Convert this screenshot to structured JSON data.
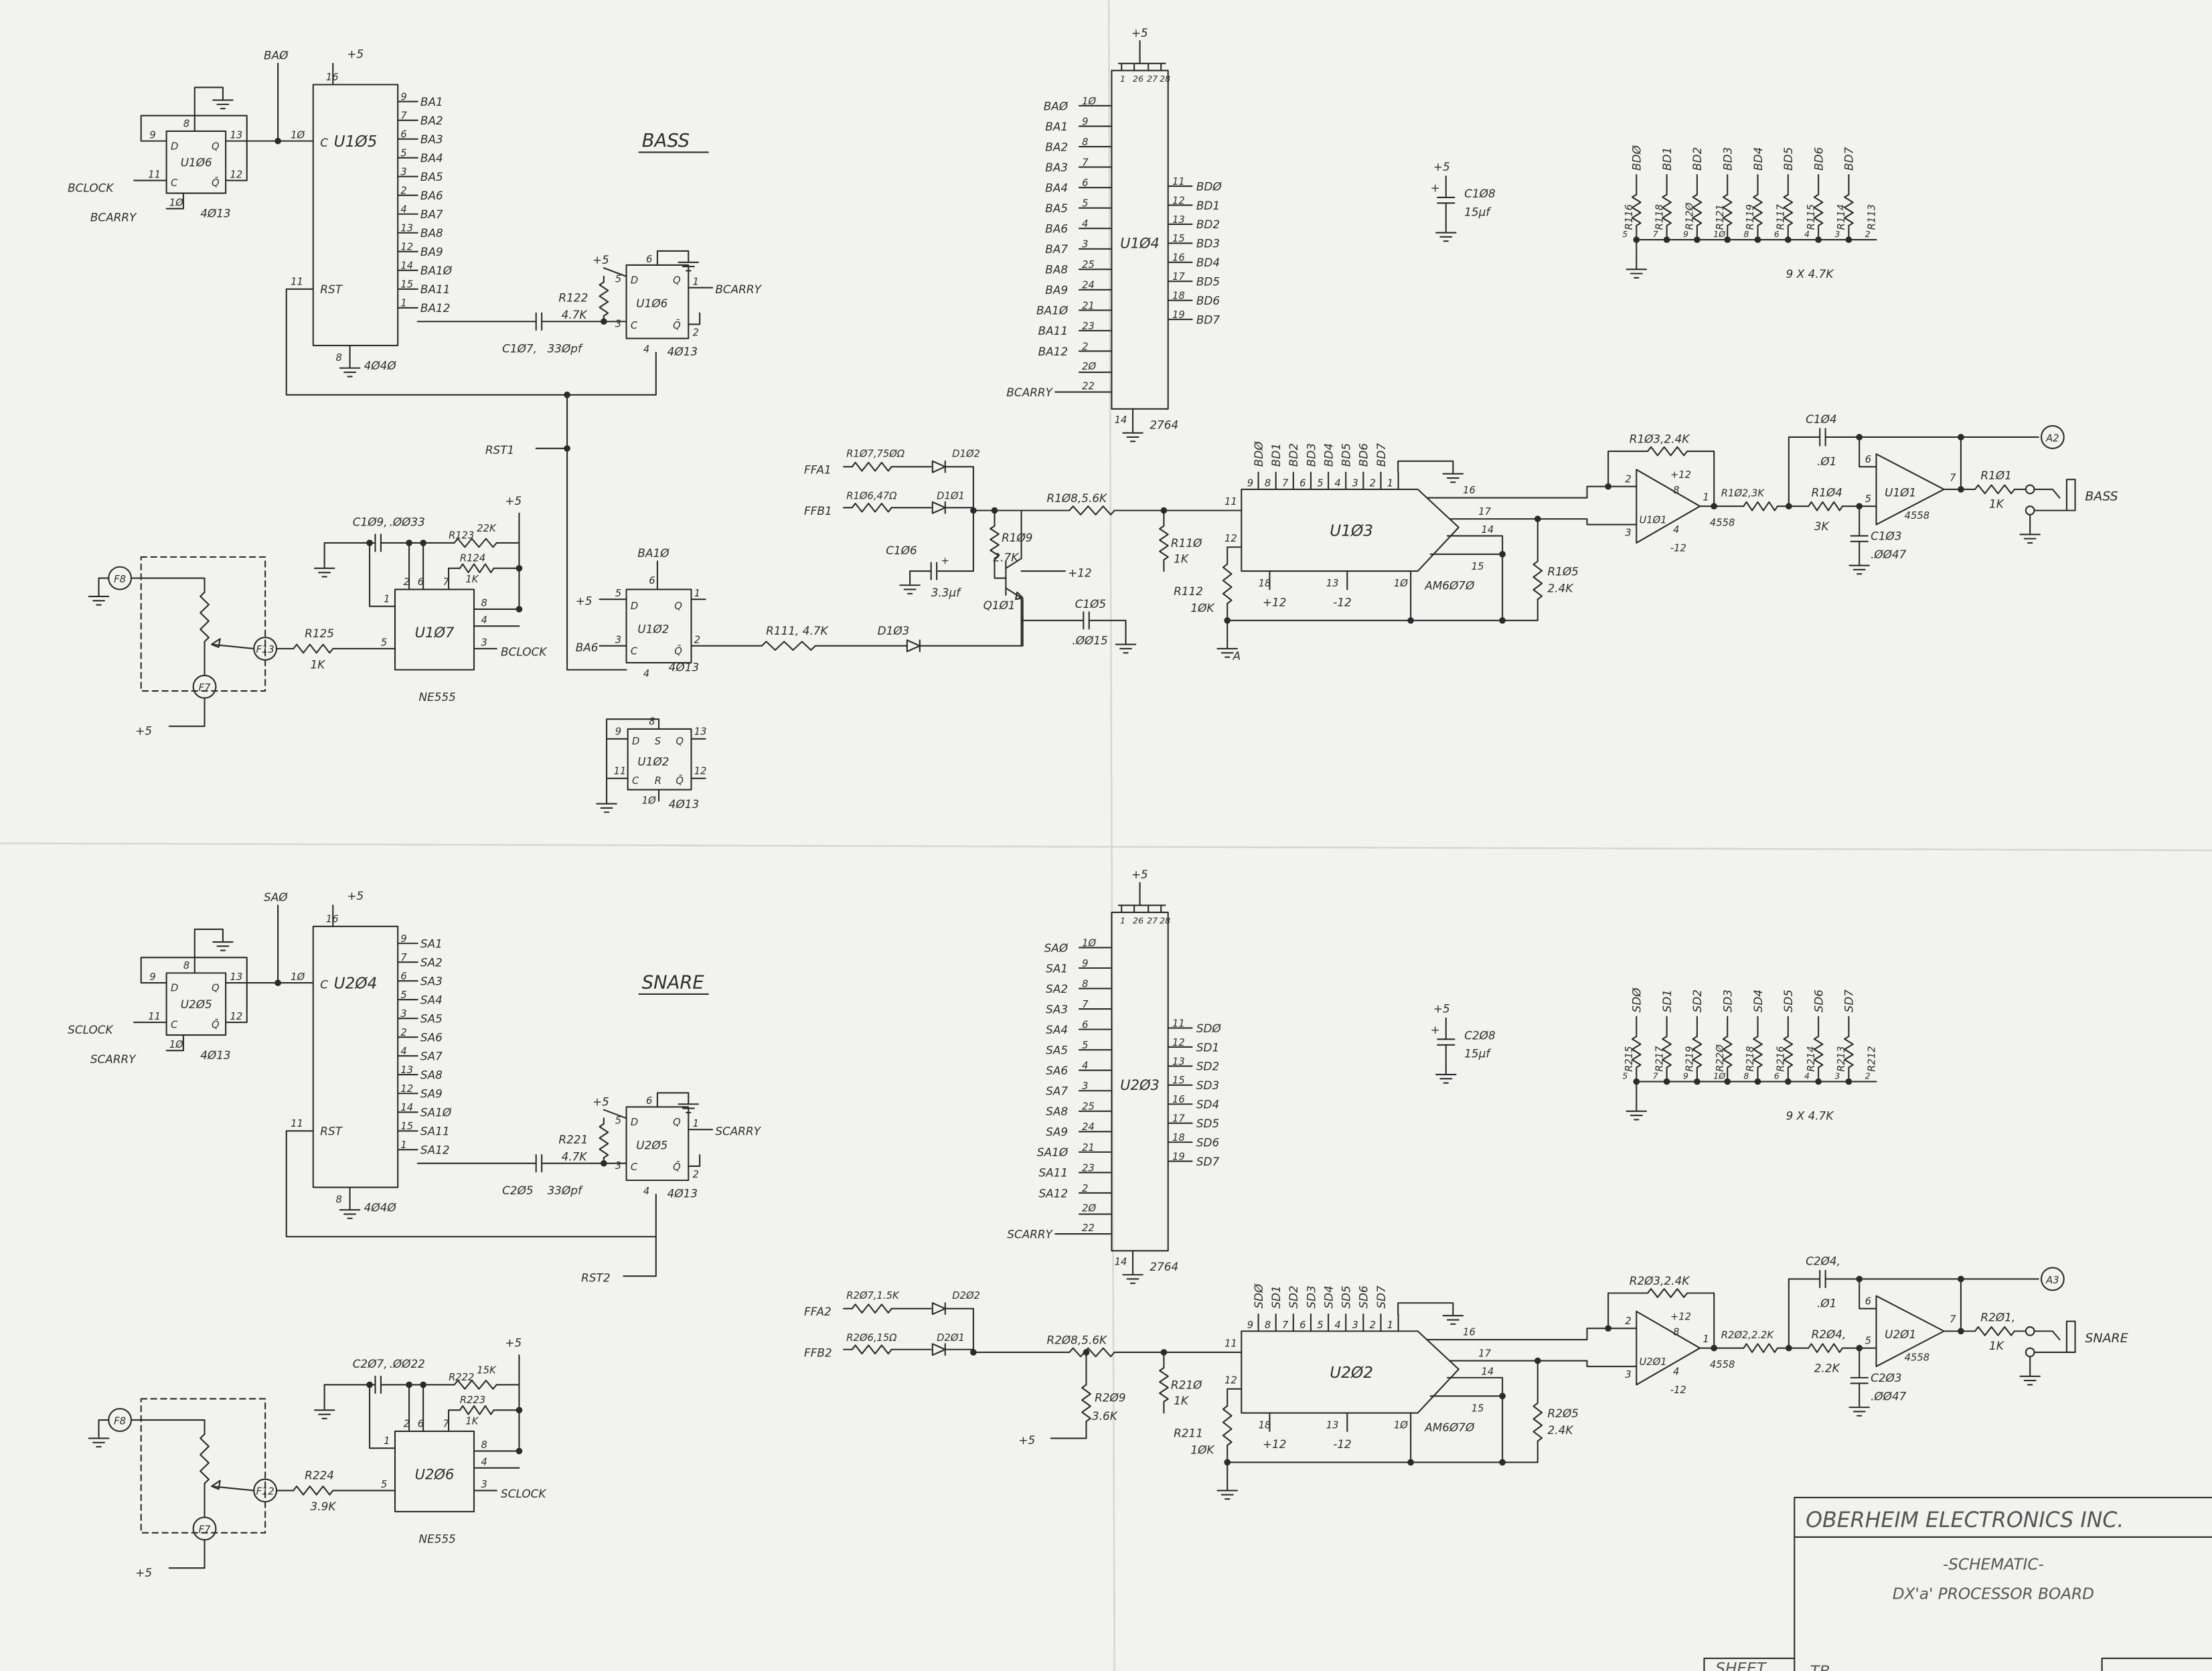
{
  "ff_pin_labels": [
    "D",
    "Q",
    "C",
    "Q̄",
    "S",
    "R"
  ],
  "sections": [
    {
      "title": "BASS",
      "counter": {
        "ref": "U1Ø5",
        "part": "4Ø4Ø",
        "supply": "+5",
        "vcc_pin": "16",
        "clk_pin": "1Ø",
        "clk": "C",
        "rst_pin": "11",
        "rst": "RST",
        "gnd_pin": "8",
        "addr_in": "BAØ",
        "addr_pins": [
          "9",
          "7",
          "6",
          "5",
          "3",
          "2",
          "4",
          "13",
          "12",
          "14",
          "15",
          "1"
        ],
        "addr": [
          "BA1",
          "BA2",
          "BA3",
          "BA4",
          "BA5",
          "BA6",
          "BA7",
          "BA8",
          "BA9",
          "BA1Ø",
          "BA11",
          "BA12"
        ]
      },
      "ff1": {
        "ref": "U1Ø6",
        "part": "4Ø13",
        "pin_d": "9",
        "pin_top": "8",
        "pin_q": "13",
        "pin_c": "11",
        "pin_qn": "12",
        "pin_bot": "1Ø",
        "clock": "BCLOCK",
        "carry": "BCARRY"
      },
      "ff2": {
        "ref": "U1Ø6",
        "part": "4Ø13",
        "supply": "+5",
        "pin_d": "5",
        "pin_top": "6",
        "pin_q": "1",
        "pin_c": "3",
        "pin_qn": "2",
        "pin_bot": "4",
        "out": "BCARRY",
        "r_ref": "R122",
        "r_val": "4.7K",
        "c_ref": "C1Ø7,",
        "c_val": "33Øpf"
      },
      "rom": {
        "ref": "U1Ø4",
        "part": "2764",
        "supply": "+5",
        "top_pins": [
          "1",
          "26",
          "27",
          "28"
        ],
        "in_pins": [
          "1Ø",
          "9",
          "8",
          "7",
          "6",
          "5",
          "4",
          "3",
          "25",
          "24",
          "21",
          "23",
          "2",
          "2Ø",
          "22"
        ],
        "in": [
          "BAØ",
          "BA1",
          "BA2",
          "BA3",
          "BA4",
          "BA5",
          "BA6",
          "BA7",
          "BA8",
          "BA9",
          "BA1Ø",
          "BA11",
          "BA12",
          "BCARRY"
        ],
        "out_pins": [
          "11",
          "12",
          "13",
          "15",
          "16",
          "17",
          "18",
          "19"
        ],
        "out": [
          "BDØ",
          "BD1",
          "BD2",
          "BD3",
          "BD4",
          "BD5",
          "BD6",
          "BD7"
        ],
        "gnd_pin": "14"
      },
      "bulk_cap": {
        "supply": "+5",
        "polarity": "+",
        "ref": "C1Ø8",
        "val": "15µf"
      },
      "rnet": {
        "data": [
          "BDØ",
          "BD1",
          "BD2",
          "BD3",
          "BD4",
          "BD5",
          "BD6",
          "BD7"
        ],
        "refs": [
          "R116",
          "R118",
          "R12Ø",
          "R121",
          "R119",
          "R117",
          "R115",
          "R114",
          "R113"
        ],
        "pins": [
          "5",
          "7",
          "9",
          "1Ø",
          "8",
          "6",
          "4",
          "3",
          "2"
        ],
        "val": "9 X 4.7K"
      },
      "timer": {
        "ref": "U1Ø7",
        "part": "NE555",
        "out": "BCLOCK",
        "c_ref": "C1Ø9,",
        "c_val": ".ØØ33",
        "ra_ref": "R123",
        "ra_val": "22K",
        "rb_ref": "R124",
        "rb_val": "1K",
        "rc_ref": "R125",
        "rc_val": "1K",
        "supply": "+5",
        "pins": {
          "p1": "1",
          "p2": "2",
          "p6": "6",
          "p7": "7",
          "p8": "8",
          "p4": "4",
          "p3": "3",
          "p5": "5"
        },
        "pot": {
          "top": "F8",
          "wiper": "F13",
          "bottom": "F7",
          "supply": "+5"
        }
      },
      "analog": {
        "in_a": "FFA1",
        "in_b": "FFB1",
        "ra": "R1Ø7,75ØΩ",
        "rb": "R1Ø6,47Ω",
        "da": "D1Ø2",
        "db": "D1Ø1",
        "rs": "R1Ø8,5.6K",
        "rsh_ref": "R11Ø",
        "rsh_val": "1K",
        "rref_ref": "R112",
        "rref_val": "1ØK"
      },
      "dac": {
        "ref": "U1Ø3",
        "part": "AM6Ø7Ø",
        "pins_top": [
          "9",
          "8",
          "7",
          "6",
          "5",
          "4",
          "3",
          "2",
          "1"
        ],
        "data": [
          "BDØ",
          "BD1",
          "BD2",
          "BD3",
          "BD4",
          "BD5",
          "BD6",
          "BD7"
        ],
        "pin_in": "11",
        "pin_ref": "12",
        "pin_vp": "18",
        "vp": "+12",
        "pin_vm": "13",
        "vm": "-12",
        "pin_10": "1Ø",
        "pin_16": "16",
        "pin_17": "17",
        "pin_14": "14",
        "pin_15": "15",
        "rl_ref": "R1Ø5",
        "rl_val": "2.4K"
      },
      "opamp1": {
        "ref": "U1Ø1",
        "part": "4558",
        "pin_inv": "2",
        "pin_ninv": "3",
        "pin_out": "1",
        "pin_vp": "8",
        "pin_vm": "4",
        "vp": "+12",
        "vm": "-12",
        "rf": "R1Ø3,2.4K"
      },
      "filter": {
        "r1": "R1Ø2,3K",
        "r2_ref": "R1Ø4",
        "r2_val": "3K",
        "c1_ref": "C1Ø4",
        "c1_val": ".Ø1",
        "c2_ref": "C1Ø3",
        "c2_val": ".ØØ47"
      },
      "opamp2": {
        "ref": "U1Ø1",
        "part": "4558",
        "pin_inv": "6",
        "pin_ninv": "5",
        "pin_out": "7"
      },
      "output": {
        "r_ref": "R1Ø1",
        "r_val": "1K",
        "tag": "A2",
        "jack": "BASS"
      }
    },
    {
      "title": "SNARE",
      "counter": {
        "ref": "U2Ø4",
        "part": "4Ø4Ø",
        "supply": "+5",
        "vcc_pin": "16",
        "clk_pin": "1Ø",
        "clk": "C",
        "rst_pin": "11",
        "rst": "RST",
        "gnd_pin": "8",
        "addr_in": "SAØ",
        "addr_pins": [
          "9",
          "7",
          "6",
          "5",
          "3",
          "2",
          "4",
          "13",
          "12",
          "14",
          "15",
          "1"
        ],
        "addr": [
          "SA1",
          "SA2",
          "SA3",
          "SA4",
          "SA5",
          "SA6",
          "SA7",
          "SA8",
          "SA9",
          "SA1Ø",
          "SA11",
          "SA12"
        ]
      },
      "ff1": {
        "ref": "U2Ø5",
        "part": "4Ø13",
        "pin_d": "9",
        "pin_top": "8",
        "pin_q": "13",
        "pin_c": "11",
        "pin_qn": "12",
        "pin_bot": "1Ø",
        "clock": "SCLOCK",
        "carry": "SCARRY"
      },
      "ff2": {
        "ref": "U2Ø5",
        "part": "4Ø13",
        "supply": "+5",
        "pin_d": "5",
        "pin_top": "6",
        "pin_q": "1",
        "pin_c": "3",
        "pin_qn": "2",
        "pin_bot": "4",
        "out": "SCARRY",
        "r_ref": "R221",
        "r_val": "4.7K",
        "c_ref": "C2Ø5",
        "c_val": "33Øpf"
      },
      "rom": {
        "ref": "U2Ø3",
        "part": "2764",
        "supply": "+5",
        "top_pins": [
          "1",
          "26",
          "27",
          "28"
        ],
        "in_pins": [
          "1Ø",
          "9",
          "8",
          "7",
          "6",
          "5",
          "4",
          "3",
          "25",
          "24",
          "21",
          "23",
          "2",
          "2Ø",
          "22"
        ],
        "in": [
          "SAØ",
          "SA1",
          "SA2",
          "SA3",
          "SA4",
          "SA5",
          "SA6",
          "SA7",
          "SA8",
          "SA9",
          "SA1Ø",
          "SA11",
          "SA12",
          "SCARRY"
        ],
        "out_pins": [
          "11",
          "12",
          "13",
          "15",
          "16",
          "17",
          "18",
          "19"
        ],
        "out": [
          "SDØ",
          "SD1",
          "SD2",
          "SD3",
          "SD4",
          "SD5",
          "SD6",
          "SD7"
        ],
        "gnd_pin": "14"
      },
      "bulk_cap": {
        "supply": "+5",
        "polarity": "+",
        "ref": "C2Ø8",
        "val": "15µf"
      },
      "rnet": {
        "data": [
          "SDØ",
          "SD1",
          "SD2",
          "SD3",
          "SD4",
          "SD5",
          "SD6",
          "SD7"
        ],
        "refs": [
          "R215",
          "R217",
          "R219",
          "R22Ø",
          "R218",
          "R216",
          "R214",
          "R213",
          "R212"
        ],
        "pins": [
          "5",
          "7",
          "9",
          "1Ø",
          "8",
          "6",
          "4",
          "3",
          "2"
        ],
        "val": "9 X 4.7K"
      },
      "timer": {
        "ref": "U2Ø6",
        "part": "NE555",
        "out": "SCLOCK",
        "c_ref": "C2Ø7,",
        "c_val": ".ØØ22",
        "ra_ref": "R222",
        "ra_val": "15K",
        "rb_ref": "R223",
        "rb_val": "1K",
        "rc_ref": "R224",
        "rc_val": "3.9K",
        "supply": "+5",
        "pins": {
          "p1": "1",
          "p2": "2",
          "p6": "6",
          "p7": "7",
          "p8": "8",
          "p4": "4",
          "p3": "3",
          "p5": "5"
        },
        "pot": {
          "top": "F8",
          "wiper": "F12",
          "bottom": "F7",
          "supply": "+5"
        }
      },
      "analog": {
        "in_a": "FFA2",
        "in_b": "FFB2",
        "ra": "R2Ø7,1.5K",
        "rb": "R2Ø6,15Ω",
        "da": "D2Ø2",
        "db": "D2Ø1",
        "rs": "R2Ø8,5.6K",
        "rsh_ref": "R21Ø",
        "rsh_val": "1K",
        "rref_ref": "R211",
        "rref_val": "1ØK"
      },
      "dac": {
        "ref": "U2Ø2",
        "part": "AM6Ø7Ø",
        "pins_top": [
          "9",
          "8",
          "7",
          "6",
          "5",
          "4",
          "3",
          "2",
          "1"
        ],
        "data": [
          "SDØ",
          "SD1",
          "SD2",
          "SD3",
          "SD4",
          "SD5",
          "SD6",
          "SD7"
        ],
        "pin_in": "11",
        "pin_ref": "12",
        "pin_vp": "18",
        "vp": "+12",
        "pin_vm": "13",
        "vm": "-12",
        "pin_10": "1Ø",
        "pin_16": "16",
        "pin_17": "17",
        "pin_14": "14",
        "pin_15": "15",
        "rl_ref": "R2Ø5",
        "rl_val": "2.4K"
      },
      "opamp1": {
        "ref": "U2Ø1",
        "part": "4558",
        "pin_inv": "2",
        "pin_ninv": "3",
        "pin_out": "1",
        "pin_vp": "8",
        "pin_vm": "4",
        "vp": "+12",
        "vm": "-12",
        "rf": "R2Ø3,2.4K"
      },
      "filter": {
        "r1": "R2Ø2,2.2K",
        "r2_ref": "R2Ø4,",
        "r2_val": "2.2K",
        "c1_ref": "C2Ø4,",
        "c1_val": ".Ø1",
        "c2_ref": "C2Ø3",
        "c2_val": ".ØØ47"
      },
      "opamp2": {
        "ref": "U2Ø1",
        "part": "4558",
        "pin_inv": "6",
        "pin_ninv": "5",
        "pin_out": "7"
      },
      "output": {
        "r_ref": "R2Ø1,",
        "r_val": "1K",
        "tag": "A3",
        "jack": "SNARE"
      }
    }
  ],
  "bass_extra": {
    "rst": "RST1",
    "u102": {
      "ref": "U1Ø2",
      "part": "4Ø13",
      "clk_in": "BA1Ø",
      "set_in": "BA6",
      "supply": "+5",
      "pin_top": "6",
      "pin_d": "5",
      "pin_q": "1",
      "pin_c": "3",
      "pin_qn": "2",
      "pin_bot": "4"
    },
    "u102b": {
      "ref": "U1Ø2",
      "part": "4Ø13",
      "pin_d": "9",
      "pin_top": "8",
      "pin_q": "13",
      "pin_c": "11",
      "pin_qn": "12",
      "pin_bot": "1Ø"
    },
    "r111": "R111, 4.7K",
    "d103": "D1Ø3",
    "q101": "Q1Ø1",
    "plus12": "+12",
    "r109_ref": "R1Ø9",
    "r109_val": "2.7K",
    "c106_ref": "C1Ø6",
    "c106_val": "3.3µf",
    "c106_pol": "+",
    "c105_ref": "C1Ø5",
    "c105_val": ".ØØ15",
    "gnd_tag": "A"
  },
  "snare_extra": {
    "rst": "RST2",
    "r209_ref": "R2Ø9",
    "r209_val": "3.6K",
    "supply": "+5"
  },
  "title_block": {
    "company": "OBERHEIM ELECTRONICS INC.",
    "subtitle": "-SCHEMATIC-",
    "board": "DX'a' PROCESSOR BOARD",
    "sheet_label": "SHEET",
    "drawn": "TB"
  }
}
